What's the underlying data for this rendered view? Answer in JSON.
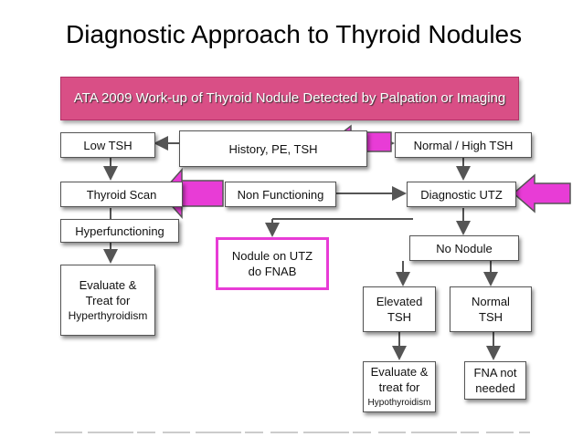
{
  "title": "Diagnostic Approach to Thyroid Nodules",
  "banner": "ATA 2009 Work-up of Thyroid Nodule Detected by Palpation or Imaging",
  "nodes": {
    "low_tsh": "Low TSH",
    "history": "History, PE, TSH",
    "normal_high_tsh": "Normal / High TSH",
    "thyroid_scan": "Thyroid Scan",
    "non_functioning": "Non Functioning",
    "diagnostic_utz": "Diagnostic UTZ",
    "hyperfunctioning": "Hyperfunctioning",
    "nodule_on_utz_l1": "Nodule on UTZ",
    "nodule_on_utz_l2": "do FNAB",
    "no_nodule": "No Nodule",
    "evaluate_hyper_l1": "Evaluate &",
    "evaluate_hyper_l2": "Treat for",
    "evaluate_hyper_l3": "Hyperthyroidism",
    "elevated_tsh_l1": "Elevated",
    "elevated_tsh_l2": "TSH",
    "normal_tsh_l1": "Normal",
    "normal_tsh_l2": "TSH",
    "evaluate_hypo_l1": "Evaluate &",
    "evaluate_hypo_l2": "treat for",
    "evaluate_hypo_l3": "Hypothyroidism",
    "fna_l1": "FNA not",
    "fna_l2": "needed"
  },
  "colors": {
    "banner": "#d94f86",
    "highlight_arrow": "#e83cd6"
  }
}
